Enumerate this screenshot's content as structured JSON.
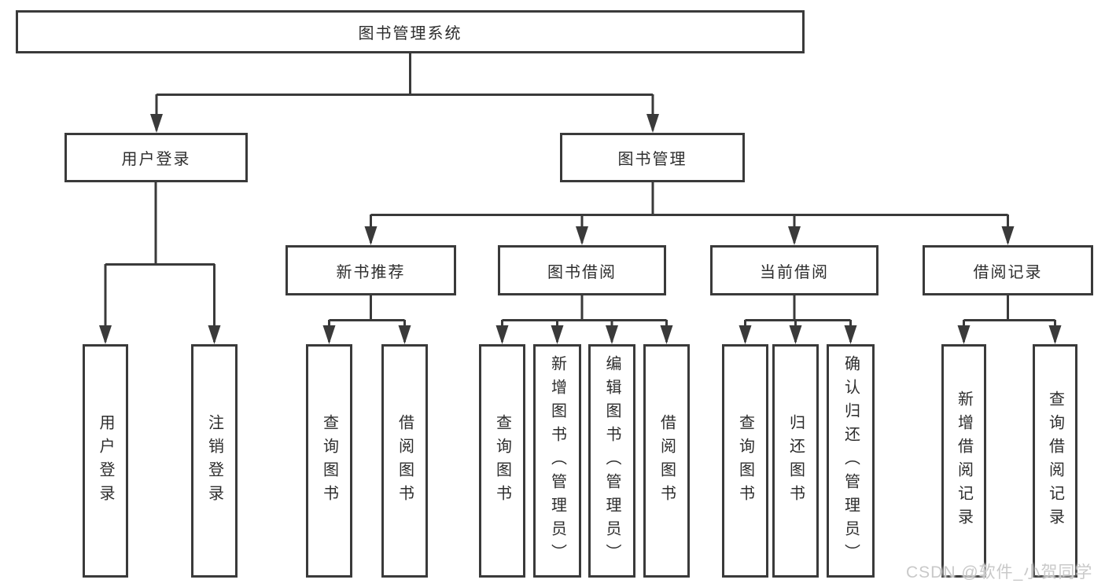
{
  "colors": {
    "line": "#3a3a3a",
    "text": "#2d2d2d",
    "background": "#ffffff",
    "watermark": "#c9c9c9"
  },
  "watermark": {
    "text": "CSDN @软件_小贺同学"
  },
  "tree": {
    "root": {
      "label": "图书管理系统"
    },
    "userLogin": {
      "label": "用户登录",
      "children": {
        "login": {
          "label": "用户登录"
        },
        "logout": {
          "label": "注销登录"
        }
      }
    },
    "bookMgmt": {
      "label": "图书管理",
      "children": {
        "newBookRec": {
          "label": "新书推荐",
          "children": {
            "query": {
              "label": "查询图书"
            },
            "borrow": {
              "label": "借阅图书"
            }
          }
        },
        "bookBorrow": {
          "label": "图书借阅",
          "children": {
            "query": {
              "label": "查询图书"
            },
            "add": {
              "label": "新增图书（管理员）"
            },
            "edit": {
              "label": "编辑图书（管理员）"
            },
            "borrow": {
              "label": "借阅图书"
            }
          }
        },
        "currentBorrow": {
          "label": "当前借阅",
          "children": {
            "query": {
              "label": "查询图书"
            },
            "return": {
              "label": "归还图书"
            },
            "confirm": {
              "label": "确认归还（管理员）"
            }
          }
        },
        "borrowRecord": {
          "label": "借阅记录",
          "children": {
            "add": {
              "label": "新增借阅记录"
            },
            "query": {
              "label": "查询借阅记录"
            }
          }
        }
      }
    }
  }
}
